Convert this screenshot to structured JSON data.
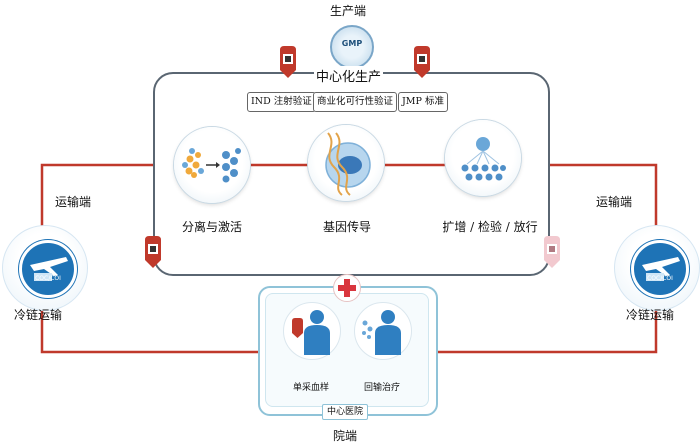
{
  "top_label": "生产端",
  "gmp_logo_text": "GMP",
  "production": {
    "title": "中心化生产",
    "tags": [
      "IND 注射验证",
      "商业化可行性验证",
      "JMP 标准"
    ],
    "stages": [
      "分离与激活",
      "基因传导",
      "扩增 / 检验 / 放行"
    ]
  },
  "transport_left": {
    "top": "运输端",
    "bottom": "冷链运输"
  },
  "transport_right": {
    "top": "运输端",
    "bottom": "冷链运输"
  },
  "badge_text": "COC/COI",
  "hospital": {
    "steps": [
      "单采血样",
      "回输治疗"
    ],
    "name": "中心医院",
    "end_label": "院端"
  },
  "colors": {
    "flow_line": "#c0392b",
    "box_border": "#5a6672",
    "hospital_border": "#8fc3d8",
    "accent_blue": "#1e73b6"
  }
}
